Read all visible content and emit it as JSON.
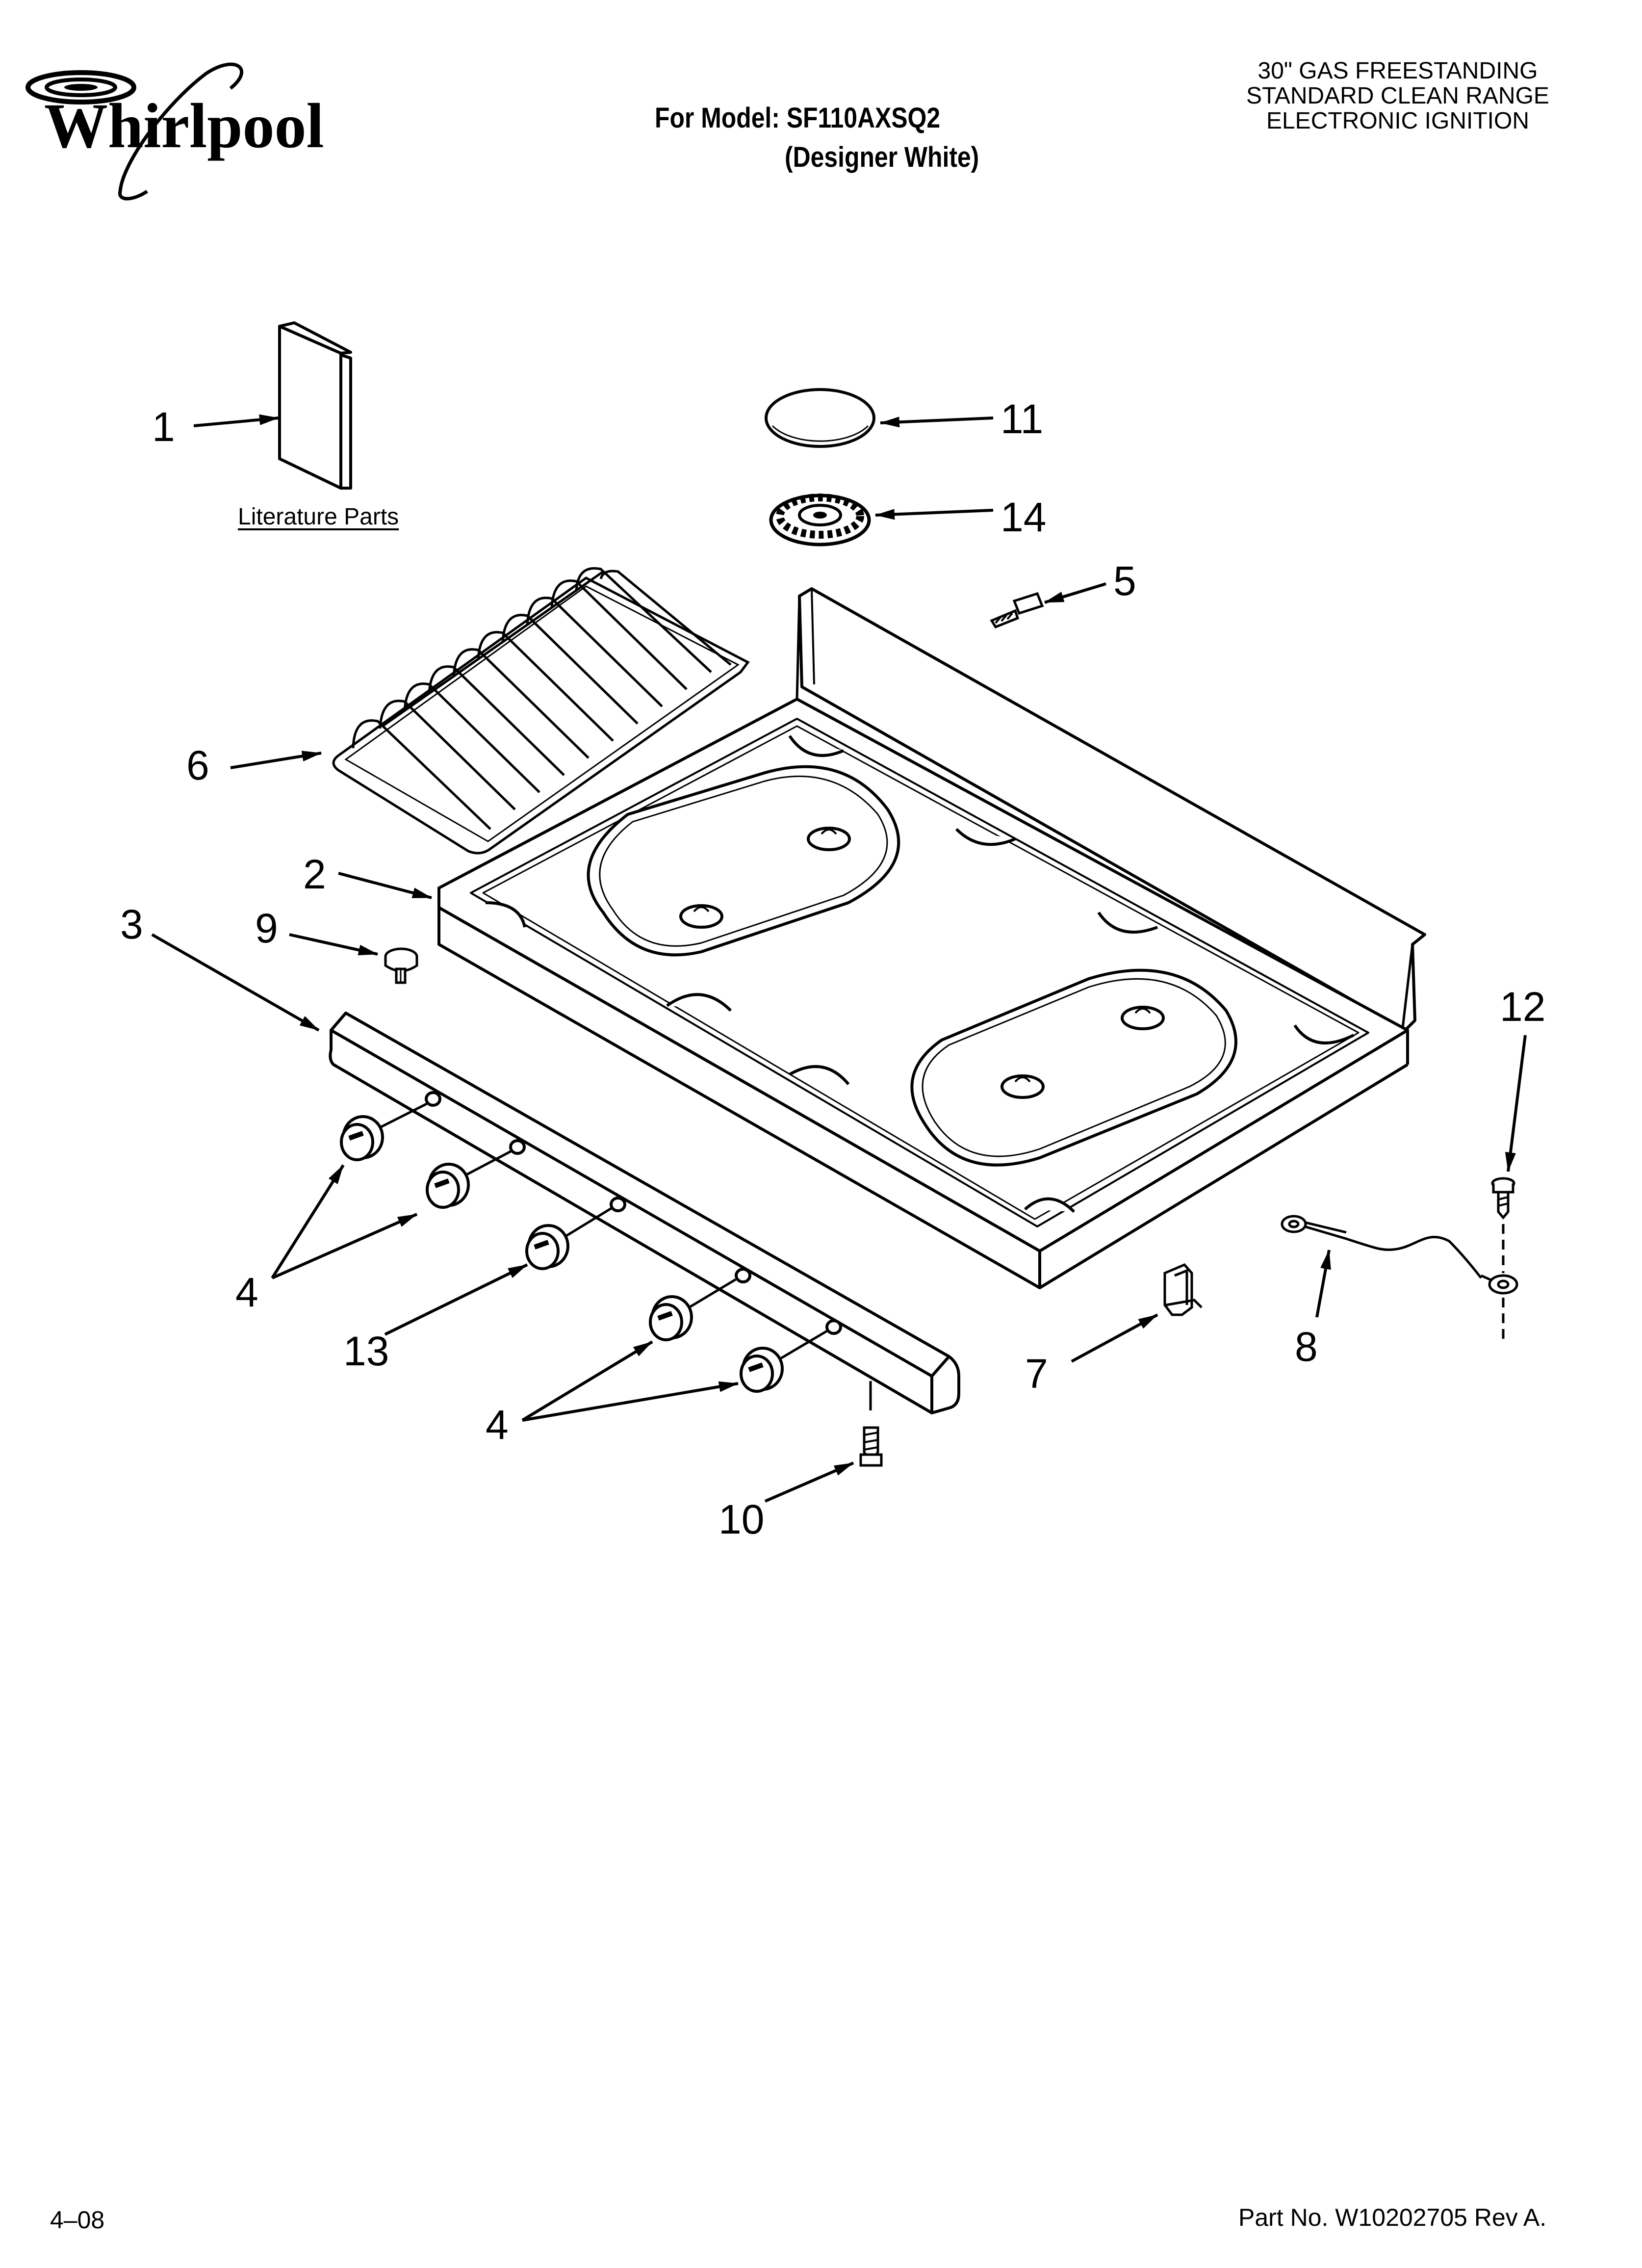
{
  "header": {
    "brand": "Whirlpool",
    "model_line": "For Model: SF110AXSQ2",
    "color_line": "(Designer White)",
    "description_lines": [
      "30\" GAS FREESTANDING",
      "STANDARD CLEAN RANGE",
      "ELECTRONIC IGNITION"
    ]
  },
  "literature_label": "Literature Parts",
  "callouts": {
    "c1": "1",
    "c2": "2",
    "c3": "3",
    "c4a": "4",
    "c4b": "4",
    "c5": "5",
    "c6": "6",
    "c7": "7",
    "c8": "8",
    "c9": "9",
    "c10": "10",
    "c11": "11",
    "c12": "12",
    "c13": "13",
    "c14": "14"
  },
  "footer": {
    "date": "4–08",
    "part_number": "Part No. W10202705 Rev A."
  }
}
